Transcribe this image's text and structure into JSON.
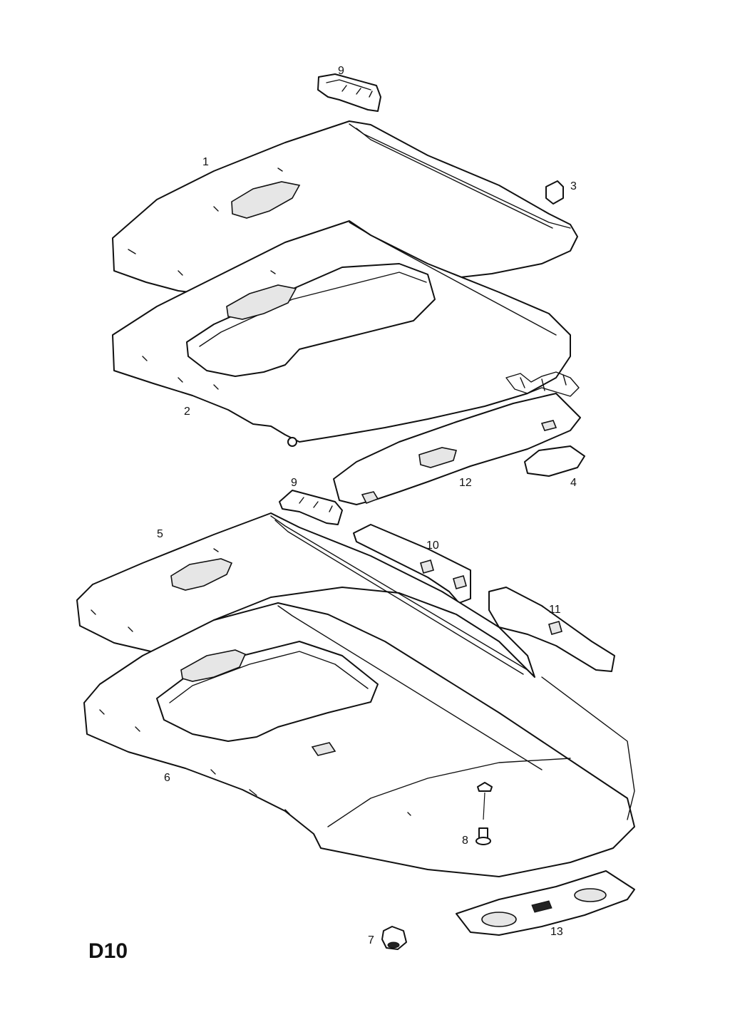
{
  "page_code": "D10",
  "callouts": {
    "c1": "1",
    "c2": "2",
    "c3": "3",
    "c4": "4",
    "c5": "5",
    "c6": "6",
    "c7": "7",
    "c8": "8",
    "c9a": "9",
    "c9b": "9",
    "c10": "10",
    "c11": "11",
    "c12": "12",
    "c13": "13"
  },
  "colors": {
    "line": "#111111",
    "fill": "#ffffff",
    "shade": "#e6e6e6"
  }
}
